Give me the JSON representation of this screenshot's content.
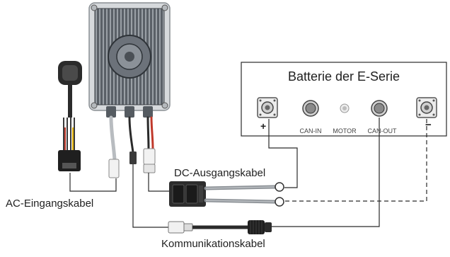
{
  "battery": {
    "title": "Batterie der E-Serie",
    "ports": {
      "plus": "+",
      "can_in": "CAN-IN",
      "motor": "MOTOR",
      "can_out": "CAN-OUT",
      "minus": "−"
    }
  },
  "cables": {
    "dc": "DC-Ausgangskabel",
    "ac": "AC-Eingangskabel",
    "communication": "Kommunikationskabel"
  },
  "colors": {
    "device_body": "#4a4f55",
    "device_frame": "#c9ccd0",
    "line": "#3a3a3a",
    "connector_red": "#c0392b"
  }
}
